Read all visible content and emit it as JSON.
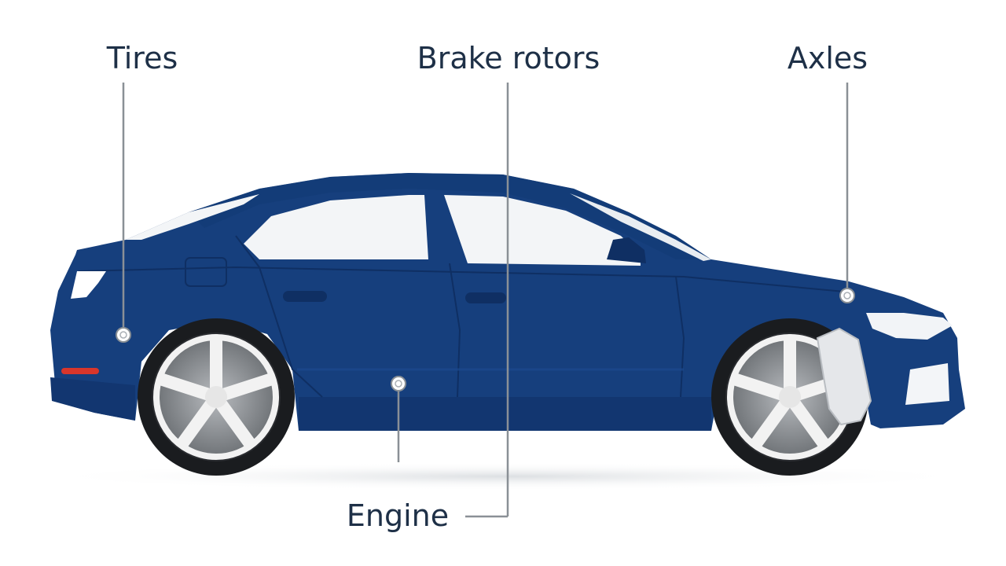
{
  "labels": {
    "tires": "Tires",
    "brake_rotors": "Brake rotors",
    "axles": "Axles",
    "engine": "Engine"
  },
  "colors": {
    "body": "#163f7d",
    "body_dark": "#0f2f63",
    "window": "#f3f5f7",
    "tire": "#1a1c1f",
    "rim": "#f2f2f2",
    "label_text": "#1e3047",
    "leader_line": "#8a9096",
    "shadow": "#e6e8ea"
  }
}
